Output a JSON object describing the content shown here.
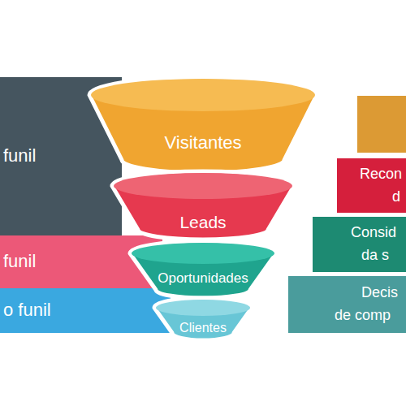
{
  "diagram": {
    "nodes": [
      {
        "text": [
          "funil"
        ]
      },
      {
        "text": [
          "funil"
        ]
      },
      {
        "text": [
          "o funil"
        ]
      },
      {
        "text": [
          "Visitantes"
        ]
      },
      {
        "text": [
          "Leads"
        ]
      },
      {
        "text": [
          "Oportunidades"
        ]
      },
      {
        "text": [
          "Clientes"
        ]
      },
      {
        "text": []
      },
      {
        "text": [
          "Recon",
          "d"
        ]
      },
      {
        "text": [
          "Consid",
          "da s"
        ]
      },
      {
        "text": [
          "Decis",
          "de comp"
        ]
      }
    ]
  }
}
